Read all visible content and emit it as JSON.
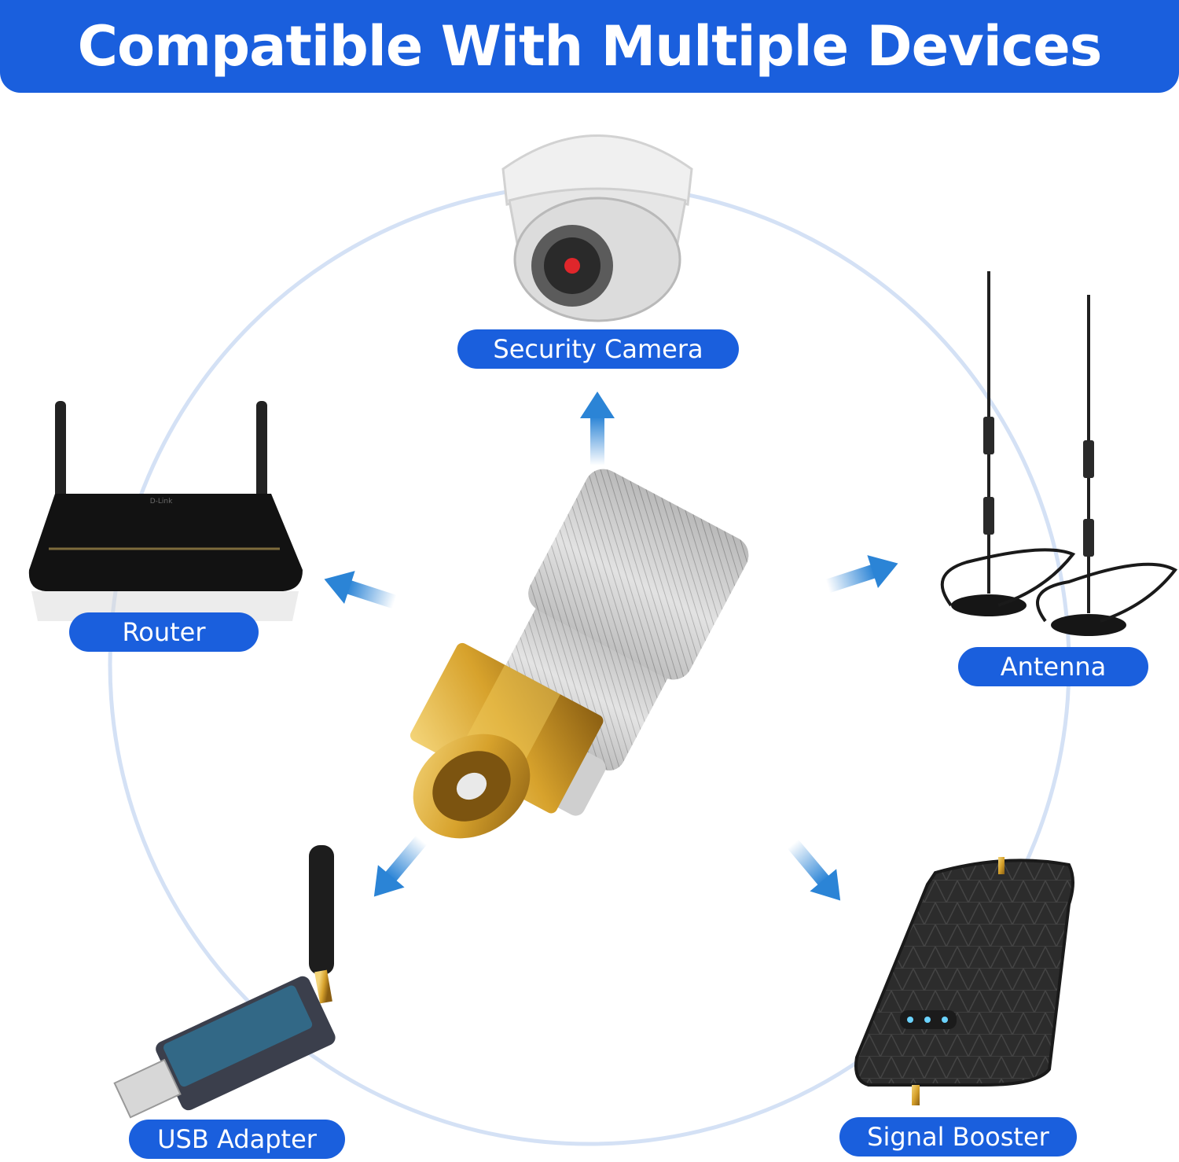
{
  "title": "Compatible With Multiple Devices",
  "colors": {
    "accent": "#1a5fdd",
    "arrow": "#2b84d6",
    "ring": "#c9d9f3",
    "gold": "#d7a22c",
    "silver": "#c8c8c8"
  },
  "devices": [
    {
      "id": "security-camera",
      "label": "Security Camera",
      "icon": "dome-camera-icon"
    },
    {
      "id": "router",
      "label": "Router",
      "icon": "router-icon"
    },
    {
      "id": "antenna",
      "label": "Antenna",
      "icon": "antenna-icon"
    },
    {
      "id": "usb-adapter",
      "label": "USB Adapter",
      "icon": "usb-adapter-icon"
    },
    {
      "id": "signal-booster",
      "label": "Signal Booster",
      "icon": "signal-booster-icon"
    }
  ],
  "center": {
    "icon": "sma-connector-icon"
  }
}
